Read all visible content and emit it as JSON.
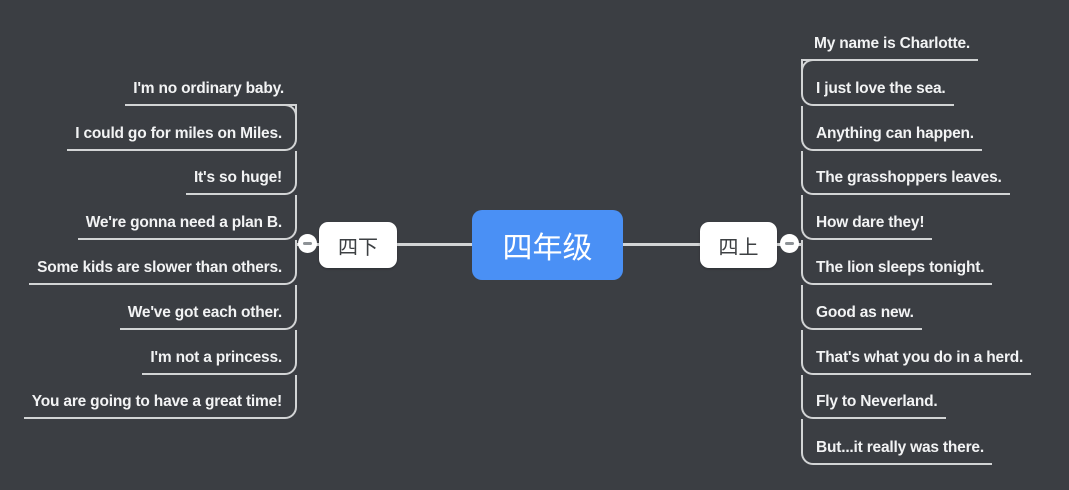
{
  "theme": {
    "background": "#3b3e43",
    "branch_line_color": "#d2d4d5",
    "topic_text_color": "#f2f3f4",
    "root_fill": "#4a90f5",
    "child_node_fill": "#ffffff",
    "child_node_text_color": "#3d4043"
  },
  "root": {
    "label": "四年级"
  },
  "left_branch": {
    "label": "四下",
    "collapse_icon": "minus",
    "items": [
      "I'm no ordinary baby.",
      "I could go for miles on Miles.",
      "It's so huge!",
      "We're gonna need a plan B.",
      "Some kids are slower than others.",
      "We've got each other.",
      "I'm not a princess.",
      "You are going to have a great time!"
    ]
  },
  "right_branch": {
    "label": "四上",
    "collapse_icon": "minus",
    "items": [
      "My name is Charlotte.",
      "I just love the sea.",
      "Anything can happen.",
      "The grasshoppers leaves.",
      "How dare they!",
      "The lion sleeps tonight.",
      "Good as new.",
      "That's what you do in a herd.",
      "Fly to Neverland.",
      "But...it really was there."
    ]
  }
}
